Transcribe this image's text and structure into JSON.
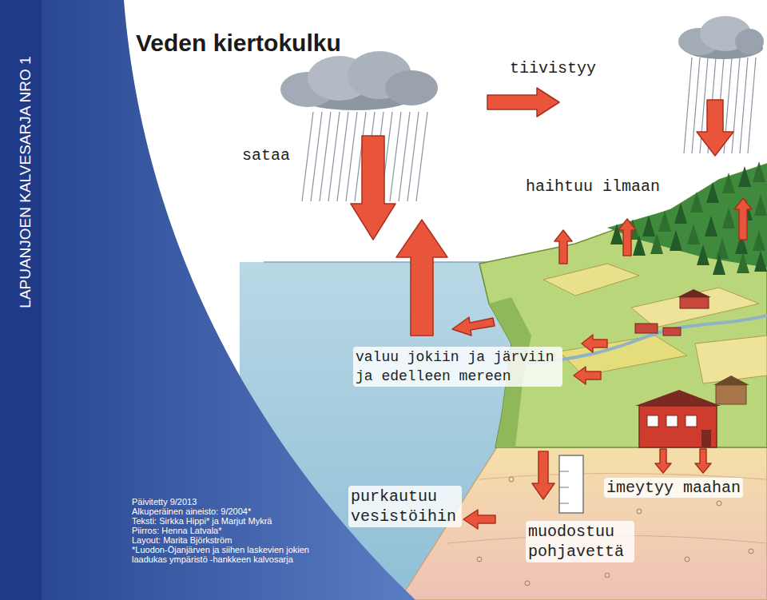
{
  "diagram": {
    "title": "Veden kiertokulku",
    "labels": [
      "LAPUANJOEN KALVESARJA NRO 1",
      "sataa",
      "tiivistyy",
      "haihtuu ilmaan",
      "valuu jokiin ja järviin ja edelleen mereen",
      "purkautuu vesistöihin",
      "muodostuu pohjavettä",
      "imeytyy maahan",
      "Päivitetty 9/2013",
      "Alkuperäinen aineisto: 9/2004*",
      "Teksti: Sirkka Hippi* ja Marjut Mykrä",
      "Piirros: Henna Latvala*",
      "Layout: Marita Björkström",
      "*Luodon-Öjanjärven ja siihen laskevien jokien laadukas ympäristö -hankkeen kalvosarja"
    ]
  }
}
